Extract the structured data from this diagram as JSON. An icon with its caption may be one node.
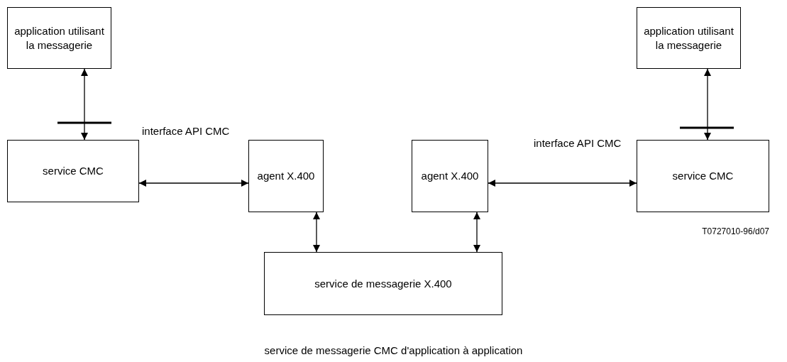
{
  "diagram": {
    "caption": "service de messagerie CMC d'application à application",
    "nodes": [
      {
        "text": [
          "application utilisant la messagerie"
        ]
      },
      {
        "text": [
          "service CMC"
        ]
      },
      {
        "text": [
          "agent X.400"
        ]
      },
      {
        "text": [
          "agent X.400"
        ]
      },
      {
        "text": [
          "service CMC"
        ]
      },
      {
        "text": [
          "application utilisant la messagerie"
        ]
      },
      {
        "text": [
          "service de messagerie X.400"
        ]
      }
    ],
    "edges": [
      {
        "from": 0,
        "to": 1,
        "arrow": "both"
      },
      {
        "from": 1,
        "to": 2,
        "arrow": "both"
      },
      {
        "from": 3,
        "to": 4,
        "arrow": "both"
      },
      {
        "from": 5,
        "to": 4,
        "arrow": "both"
      },
      {
        "from": 2,
        "to": 6,
        "arrow": "both"
      },
      {
        "from": 3,
        "to": 6,
        "arrow": "both"
      }
    ],
    "labels": [
      "interface API CMC",
      "interface API CMC",
      "T0727010-96/d07"
    ]
  }
}
